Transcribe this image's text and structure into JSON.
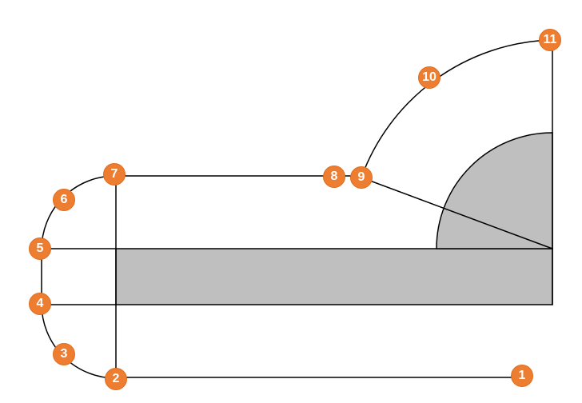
{
  "colors": {
    "accent": "#ED7D31",
    "marker_border": "#DE6D1F",
    "marker_text": "#FFFFFF",
    "shape_fill": "#BFBFBF",
    "line": "#000000",
    "background": "#FFFFFF"
  },
  "markers": [
    {
      "label": "1"
    },
    {
      "label": "2"
    },
    {
      "label": "3"
    },
    {
      "label": "4"
    },
    {
      "label": "5"
    },
    {
      "label": "6"
    },
    {
      "label": "7"
    },
    {
      "label": "8"
    },
    {
      "label": "9"
    },
    {
      "label": "10"
    },
    {
      "label": "11"
    }
  ]
}
